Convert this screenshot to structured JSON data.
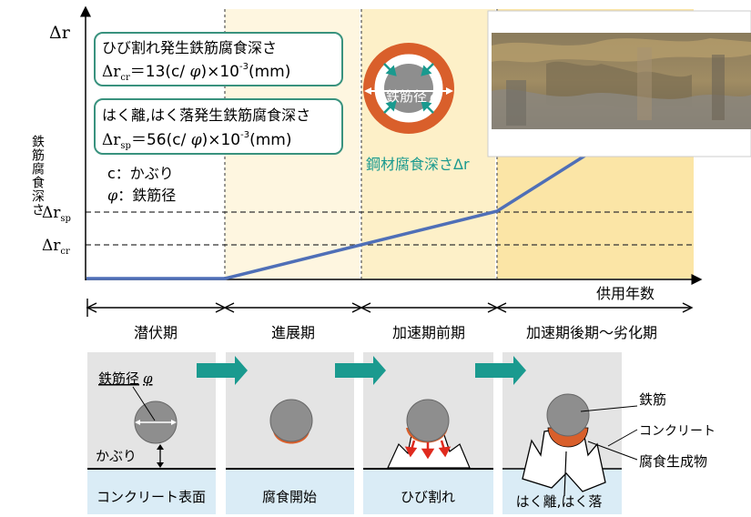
{
  "graph": {
    "y_axis_title": "鉄筋腐食深さ",
    "y_top_label": "Δr",
    "y_sp_label": "Δr",
    "y_sp_sub": "sp",
    "y_cr_label": "Δr",
    "y_cr_sub": "cr",
    "x_axis_title": "供用年数"
  },
  "formula_crack": {
    "title": "ひび割れ発生鉄筋腐食深さ",
    "lhs": "Δr",
    "lhs_sub": "cr",
    "rhs_a": "＝13(c/ ",
    "phi": "φ",
    "rhs_b": ")×10",
    "exp": "-3",
    "unit": "(mm)"
  },
  "formula_spall": {
    "title": "はく離,はく落発生鉄筋腐食深さ",
    "lhs": "Δr",
    "lhs_sub": "sp",
    "rhs_a": "＝56(c/ ",
    "phi": "φ",
    "rhs_b": ")×10",
    "exp": "-3",
    "unit": "(mm)"
  },
  "legend": {
    "c_text": "c：かぶり",
    "phi_sym": "φ",
    "phi_text": "：鉄筋径"
  },
  "rebar_diagram": {
    "diameter_label": "鉄筋径",
    "phi": "φ",
    "caption": "鋼材腐食深さΔr"
  },
  "stages": [
    "潜伏期",
    "進展期",
    "加速期前期",
    "加速期後期～劣化期"
  ],
  "panels": {
    "p1_diameter": "鉄筋径",
    "p1_phi": "φ",
    "p1_cover": "かぶり",
    "p1_caption": "コンクリート表面",
    "p2_caption": "腐食開始",
    "p3_caption": "ひび割れ",
    "p4_caption": "はく離,はく落"
  },
  "callouts": {
    "rebar": "鉄筋",
    "concrete": "コンクリート",
    "corrosion_product": "腐食生成物"
  },
  "colors": {
    "stage_bg_light": "#fef6e0",
    "stage_bg_mid": "#fdf0c8",
    "stage_bg_strong": "#fbe5a6",
    "curve": "#4f6fb7",
    "box_border": "#39927e",
    "teal_arrow": "#1a9a8f",
    "rust": "#d95f2b",
    "steel_gray": "#8e8e8e",
    "panel_gray": "#e4e4e4",
    "panel_blue": "#daecf6"
  }
}
